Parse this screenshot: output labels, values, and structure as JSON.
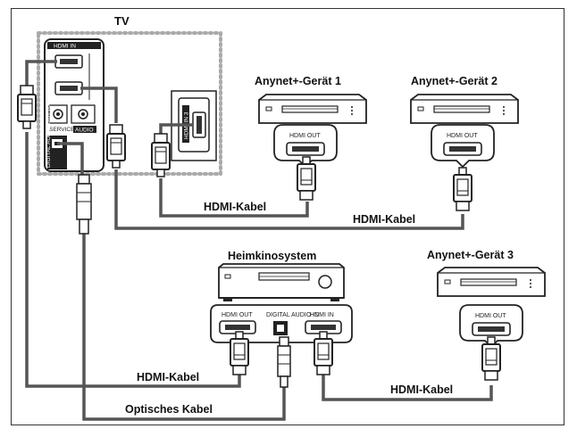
{
  "tv_label": "TV",
  "tv_panel": {
    "hdmi_in_header": "HDMI IN",
    "hdmi_in_side": "HDMI IN 3",
    "audio_header": "AUDIO",
    "service_label": "SERVICE",
    "digital_audio_out": "DIGITAL AUDIO OUT (OPTICAL)"
  },
  "devices": {
    "anynet1": {
      "name": "Anynet+-Gerät 1",
      "port": "HDMI OUT"
    },
    "anynet2": {
      "name": "Anynet+-Gerät 2",
      "port": "HDMI OUT"
    },
    "anynet3": {
      "name": "Anynet+-Gerät 3",
      "port": "HDMI OUT"
    },
    "home_theater": {
      "name": "Heimkinosystem",
      "ports": [
        "HDMI OUT",
        "DIGITAL AUDIO IN",
        "HDMI IN"
      ]
    }
  },
  "cables": {
    "hdmi_1": "HDMI-Kabel",
    "hdmi_2": "HDMI-Kabel",
    "hdmi_3": "HDMI-Kabel",
    "hdmi_4": "HDMI-Kabel",
    "optical": "Optisches Kabel"
  },
  "colors": {
    "cable": "#555555",
    "device": "#222222",
    "panel_dots": "#aaaaaa"
  }
}
